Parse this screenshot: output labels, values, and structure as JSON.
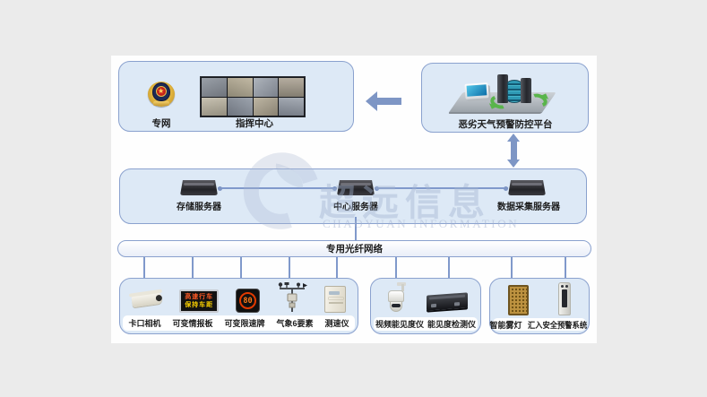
{
  "colors": {
    "box_border": "#8aa1ce",
    "box_fill": "#dde9f6",
    "arrow": "#7e96c5",
    "connector": "#8099cb",
    "watermark": "#a3b2d0",
    "panel_bg": "#fefefe",
    "page_bg": "#ebebeb"
  },
  "command_center": {
    "network_label": "专网",
    "label": "指挥中心"
  },
  "platform": {
    "label": "恶劣天气预警防控平台"
  },
  "servers": {
    "storage": "存储服务器",
    "center": "中心服务器",
    "collect": "数据采集服务器"
  },
  "fiber": {
    "label": "专用光纤网络"
  },
  "groups": [
    {
      "items": [
        {
          "label": "卡口相机"
        },
        {
          "label": "可变情报板"
        },
        {
          "label": "可变限速牌"
        },
        {
          "label": "气象6要素"
        },
        {
          "label": "测速仪"
        }
      ]
    },
    {
      "items": [
        {
          "label": "视频能见度仪"
        },
        {
          "label": "能见度检测仪"
        }
      ]
    },
    {
      "items": [
        {
          "label": "智能雾灯"
        },
        {
          "label": "汇入安全预警系统"
        }
      ]
    }
  ],
  "message_board": {
    "line1": "高速行车",
    "line2": "保持车距"
  },
  "speed_sign": {
    "value": "80"
  },
  "watermark": {
    "cn": "超远信息",
    "en": "CHAOYUAN INFORMATION"
  }
}
